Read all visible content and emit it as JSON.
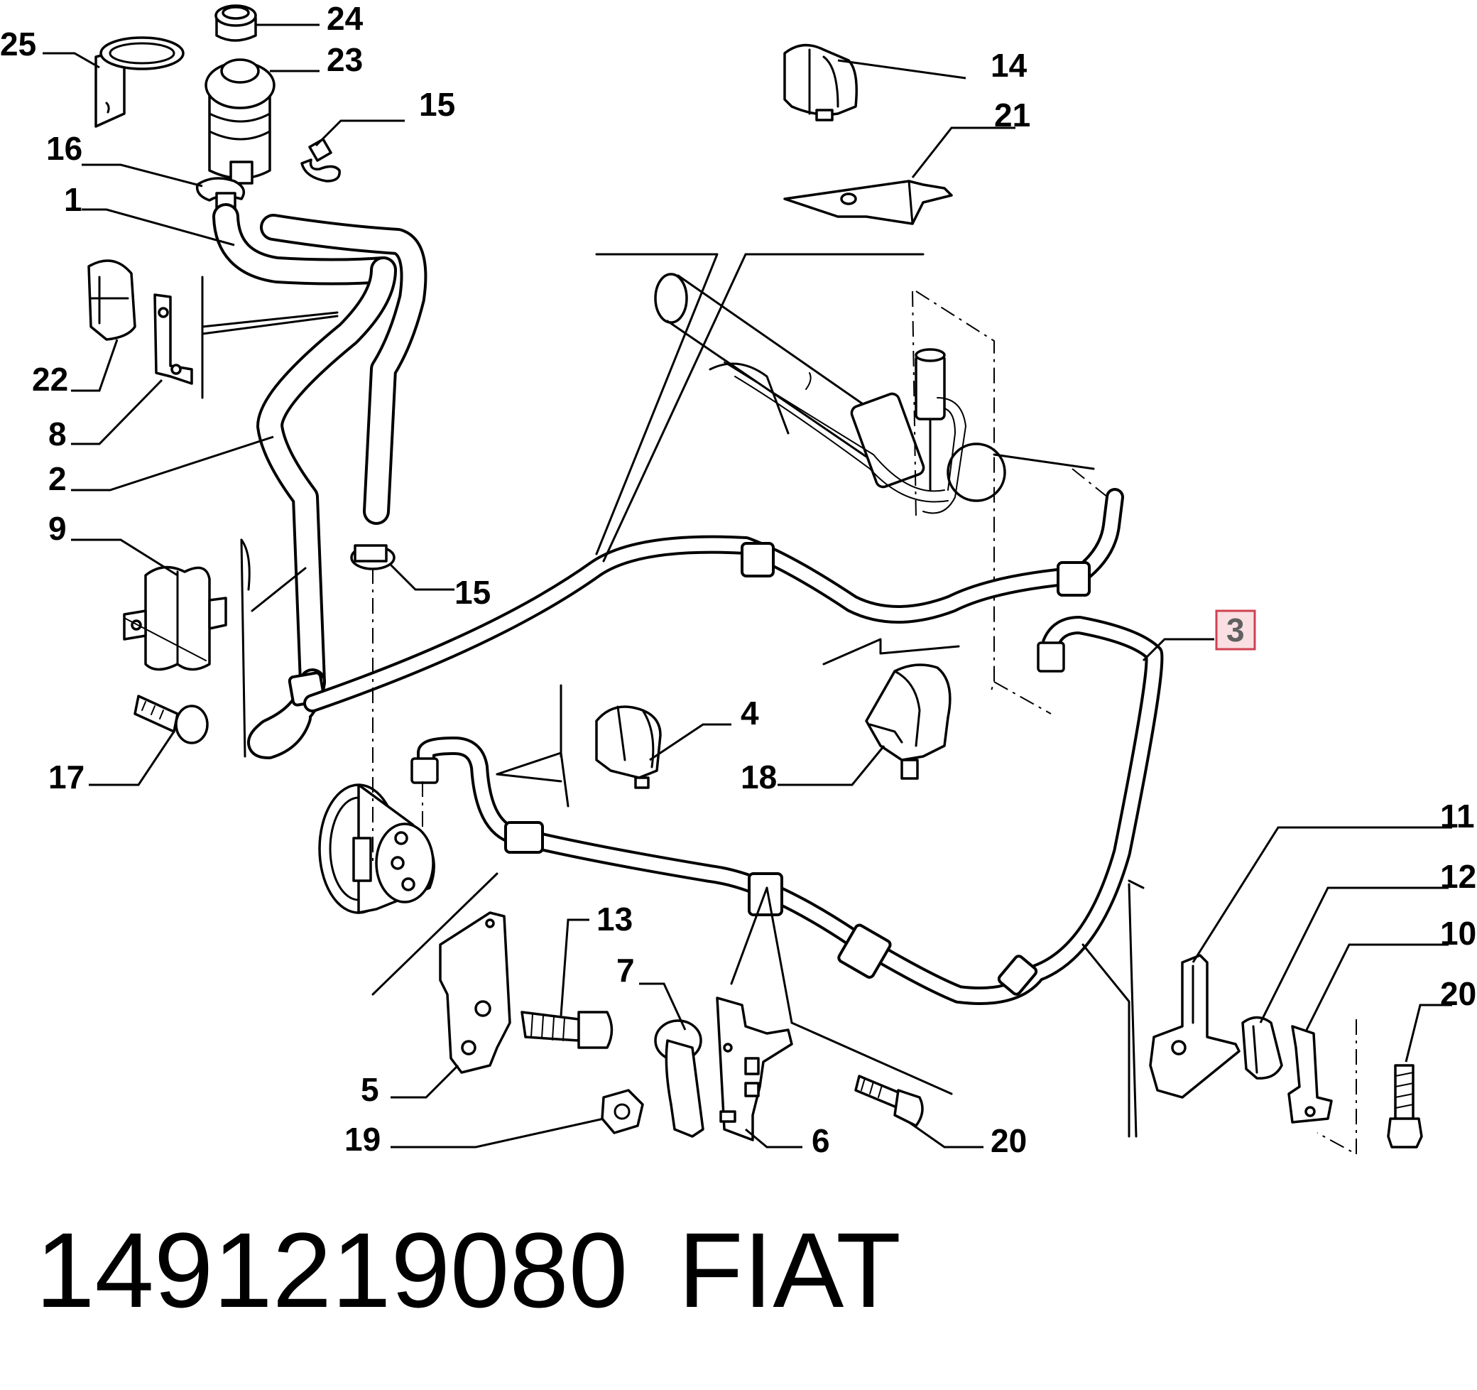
{
  "diagram": {
    "part_labels": [
      {
        "id": "25",
        "text": "25"
      },
      {
        "id": "24",
        "text": "24"
      },
      {
        "id": "23",
        "text": "23"
      },
      {
        "id": "15a",
        "text": "15"
      },
      {
        "id": "16",
        "text": "16"
      },
      {
        "id": "1",
        "text": "1"
      },
      {
        "id": "22",
        "text": "22"
      },
      {
        "id": "8",
        "text": "8"
      },
      {
        "id": "2",
        "text": "2"
      },
      {
        "id": "9",
        "text": "9"
      },
      {
        "id": "15b",
        "text": "15"
      },
      {
        "id": "17",
        "text": "17"
      },
      {
        "id": "14",
        "text": "14"
      },
      {
        "id": "21",
        "text": "21"
      },
      {
        "id": "3",
        "text": "3"
      },
      {
        "id": "4",
        "text": "4"
      },
      {
        "id": "18",
        "text": "18"
      },
      {
        "id": "11",
        "text": "11"
      },
      {
        "id": "12",
        "text": "12"
      },
      {
        "id": "10",
        "text": "10"
      },
      {
        "id": "20a",
        "text": "20"
      },
      {
        "id": "13",
        "text": "13"
      },
      {
        "id": "7",
        "text": "7"
      },
      {
        "id": "5",
        "text": "5"
      },
      {
        "id": "19",
        "text": "19"
      },
      {
        "id": "6",
        "text": "6"
      },
      {
        "id": "20b",
        "text": "20"
      }
    ],
    "highlighted_part": "3",
    "highlight_color": "#d04050",
    "highlight_fill": "#f9dfe2"
  },
  "footer": {
    "part_number": "1491219080",
    "brand": "FIAT"
  }
}
